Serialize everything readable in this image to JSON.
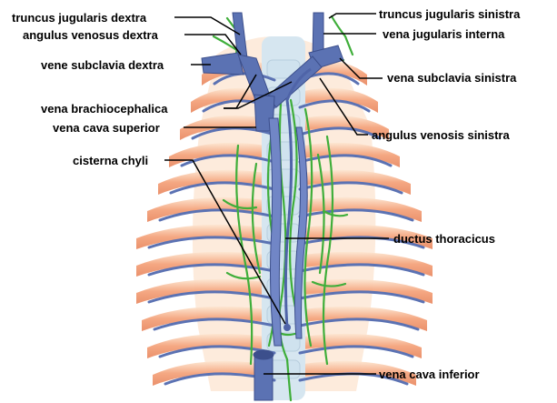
{
  "colors": {
    "vein": "#5b72b3",
    "vein_light": "#8fa3d8",
    "lymph": "#3fae3a",
    "rib": "#f0a27a",
    "rib_light": "#fde3cc",
    "cartilage": "#cfe2ee",
    "leader": "#000000"
  },
  "labels": {
    "truncus_jugularis_dextra": "truncus jugularis dextra",
    "angulus_venosus_dextra": "angulus venosus dextra",
    "vene_subclavia_dextra": "vene subclavia dextra",
    "vena_brachiocephalica": "vena brachiocephalica",
    "vena_cava_superior": "vena cava superior",
    "cisterna_chyli": "cisterna chyli",
    "truncus_jugularis_sinistra": "truncus jugularis sinistra",
    "vena_jugularis_interna": "vena jugularis interna",
    "vena_subclavia_sinistra": "vena subclavia sinistra",
    "angulus_venosis_sinistra": "angulus venosis sinistra",
    "ductus_thoracicus": "ductus thoracicus",
    "vena_cava_inferior": "vena cava inferior"
  }
}
